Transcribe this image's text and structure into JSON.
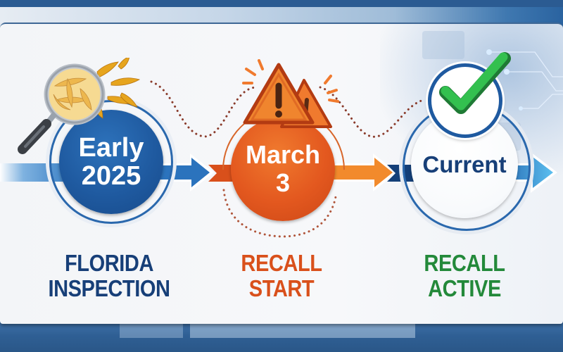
{
  "colors": {
    "blue_primary": "#1f5aa0",
    "blue_dark": "#163f78",
    "orange_primary": "#e3581f",
    "orange_light": "#f28a2c",
    "green": "#23893a",
    "check_green": "#2eb84a",
    "dotted_connector": "#8a3b2b",
    "card_bg": "#f5f7fa"
  },
  "timeline": {
    "steps": [
      {
        "id": "early-2025",
        "date_line1": "Early",
        "date_line2": "2025",
        "label_line1": "FLORIDA",
        "label_line2": "INSPECTION",
        "icon": "magnifying-glass-icon",
        "color": "#1f5aa0"
      },
      {
        "id": "march-3",
        "date_line1": "March",
        "date_line2": "3",
        "label_line1": "RECALL",
        "label_line2": "START",
        "icon": "warning-triangle-icon",
        "color": "#e3581f"
      },
      {
        "id": "current",
        "date_line1": "Current",
        "date_line2": "",
        "label_line1": "RECALL",
        "label_line2": "ACTIVE",
        "icon": "checkmark-icon",
        "color": "#23893a"
      }
    ]
  }
}
